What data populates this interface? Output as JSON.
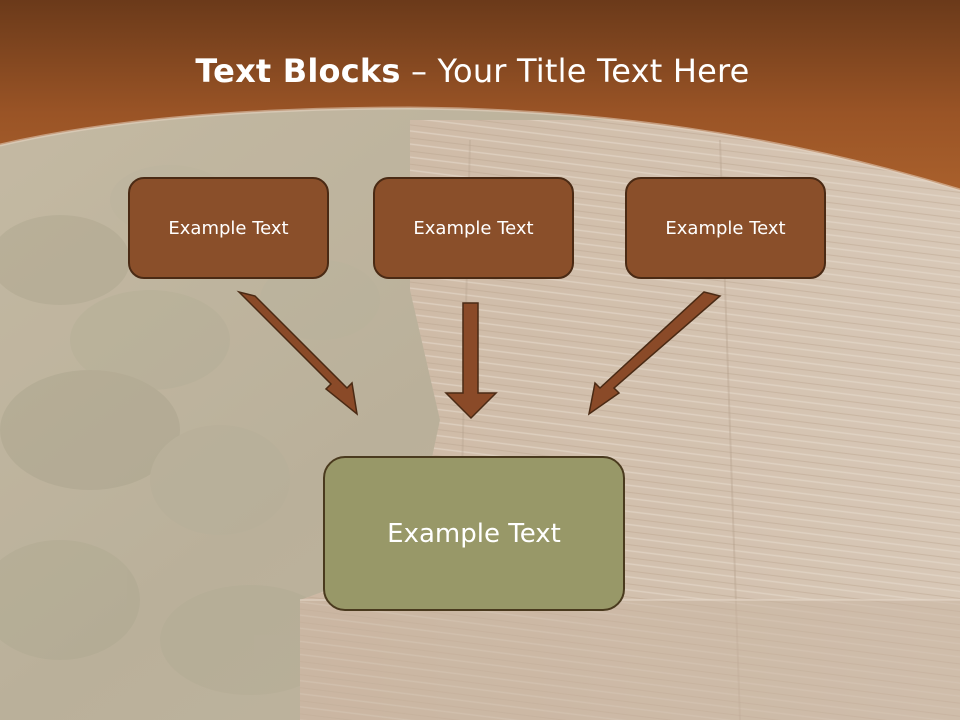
{
  "slide": {
    "title_bold": "Text Blocks",
    "title_rest": " – Your Title Text Here",
    "boxes": [
      {
        "label": "Example Text"
      },
      {
        "label": "Example Text"
      },
      {
        "label": "Example Text"
      }
    ],
    "target": {
      "label": "Example Text"
    }
  },
  "colors": {
    "header_band": "#9a5426",
    "box_fill": "#8a4f2a",
    "box_border": "#4a2a14",
    "target_fill": "#989868",
    "arrow_fill": "#8a4a28"
  }
}
